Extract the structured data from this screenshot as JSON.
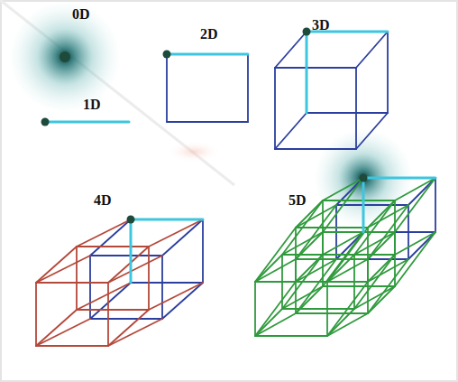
{
  "diagram": {
    "labels": [
      "0D",
      "1D",
      "2D",
      "3D",
      "4D",
      "5D"
    ]
  }
}
